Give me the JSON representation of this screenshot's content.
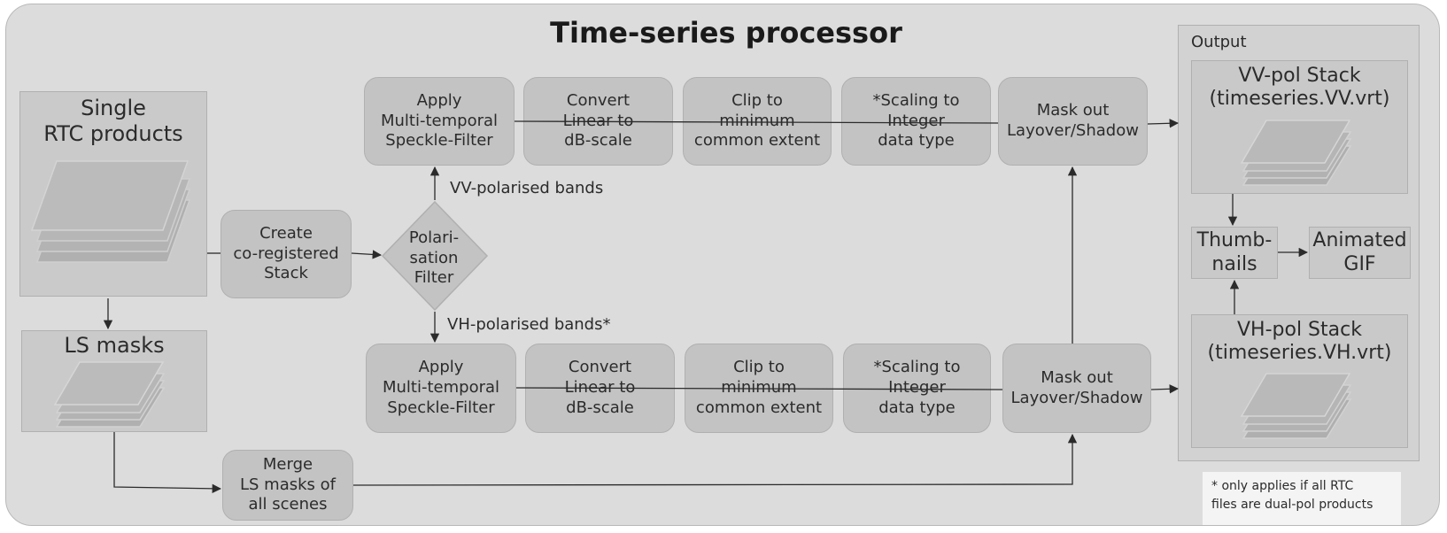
{
  "title": "Time-series processor",
  "input": {
    "single_rtc": "Single\nRTC products",
    "ls_masks": "LS masks"
  },
  "create_stack": "Create\nco-registered\nStack",
  "polarisation_filter": "Polari-\nsation\nFilter",
  "vv_label": "VV-polarised bands",
  "vh_label": "VH-polarised bands*",
  "vv_chain": [
    "Apply\nMulti-temporal\nSpeckle-Filter",
    "Convert\nLinear to\ndB-scale",
    "Clip to\nminimum\ncommon extent",
    "*Scaling to\nInteger\ndata type",
    "Mask out\nLayover/Shadow"
  ],
  "vh_chain": [
    "Apply\nMulti-temporal\nSpeckle-Filter",
    "Convert\nLinear to\ndB-scale",
    "Clip to\nminimum\ncommon extent",
    "*Scaling to\nInteger\ndata type",
    "Mask out\nLayover/Shadow"
  ],
  "merge": "Merge\nLS masks of\nall scenes",
  "output": {
    "heading": "Output",
    "vv_stack": "VV-pol Stack\n(timeseries.VV.vrt)",
    "vh_stack": "VH-pol Stack\n(timeseries.VH.vrt)",
    "thumbnails": "Thumb-\nnails",
    "animated_gif": "Animated\nGIF"
  },
  "footnote": "* only applies if all RTC\nfiles are dual-pol products"
}
